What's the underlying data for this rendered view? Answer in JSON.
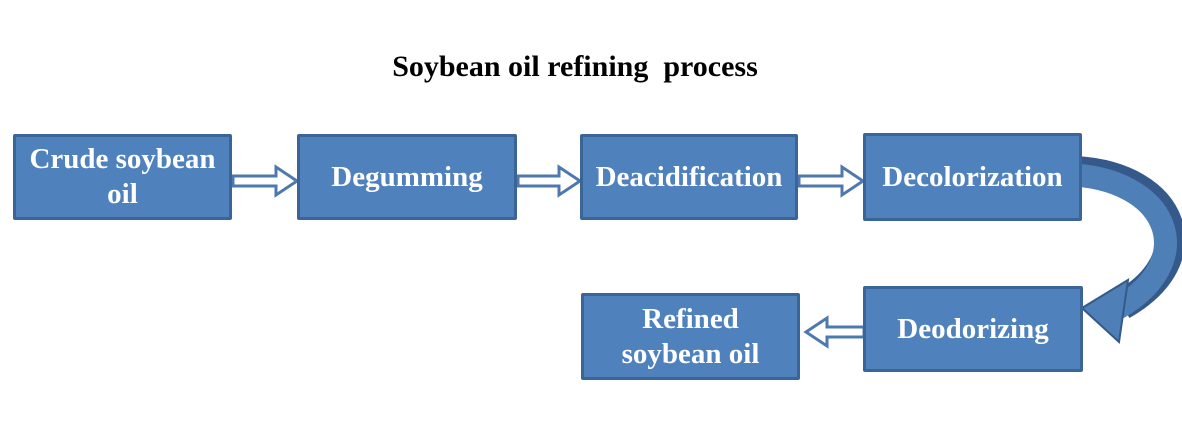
{
  "title": "Soybean oil refining  process",
  "colors": {
    "box_fill": "#4f81bd",
    "box_border": "#3a6596",
    "box_text": "#ffffff",
    "straight_arrow_fill": "#ffffff",
    "straight_arrow_outline": "#4e79ae",
    "curved_arrow_fill": "#4e7fb7",
    "curved_arrow_shade": "#35598a",
    "title_color": "#000000",
    "background": "#ffffff"
  },
  "nodes": [
    {
      "label": "Crude soybean oil",
      "lines": [
        "Crude soybean",
        "oil"
      ]
    },
    {
      "label": "Degumming",
      "lines": [
        "Degumming"
      ]
    },
    {
      "label": "Deacidification",
      "lines": [
        "Deacidification"
      ]
    },
    {
      "label": "Decolorization",
      "lines": [
        "Decolorization"
      ]
    },
    {
      "label": "Deodorizing",
      "lines": [
        "Deodorizing"
      ]
    },
    {
      "label": "Refined soybean oil",
      "lines": [
        "Refined",
        "soybean oil"
      ]
    }
  ],
  "connections": [
    {
      "from": "Crude soybean oil",
      "to": "Degumming",
      "style": "hollow-right-arrow"
    },
    {
      "from": "Degumming",
      "to": "Deacidification",
      "style": "hollow-right-arrow"
    },
    {
      "from": "Deacidification",
      "to": "Decolorization",
      "style": "hollow-right-arrow"
    },
    {
      "from": "Decolorization",
      "to": "Deodorizing",
      "style": "solid-curved-arrow"
    },
    {
      "from": "Deodorizing",
      "to": "Refined soybean oil",
      "style": "hollow-left-arrow"
    }
  ]
}
